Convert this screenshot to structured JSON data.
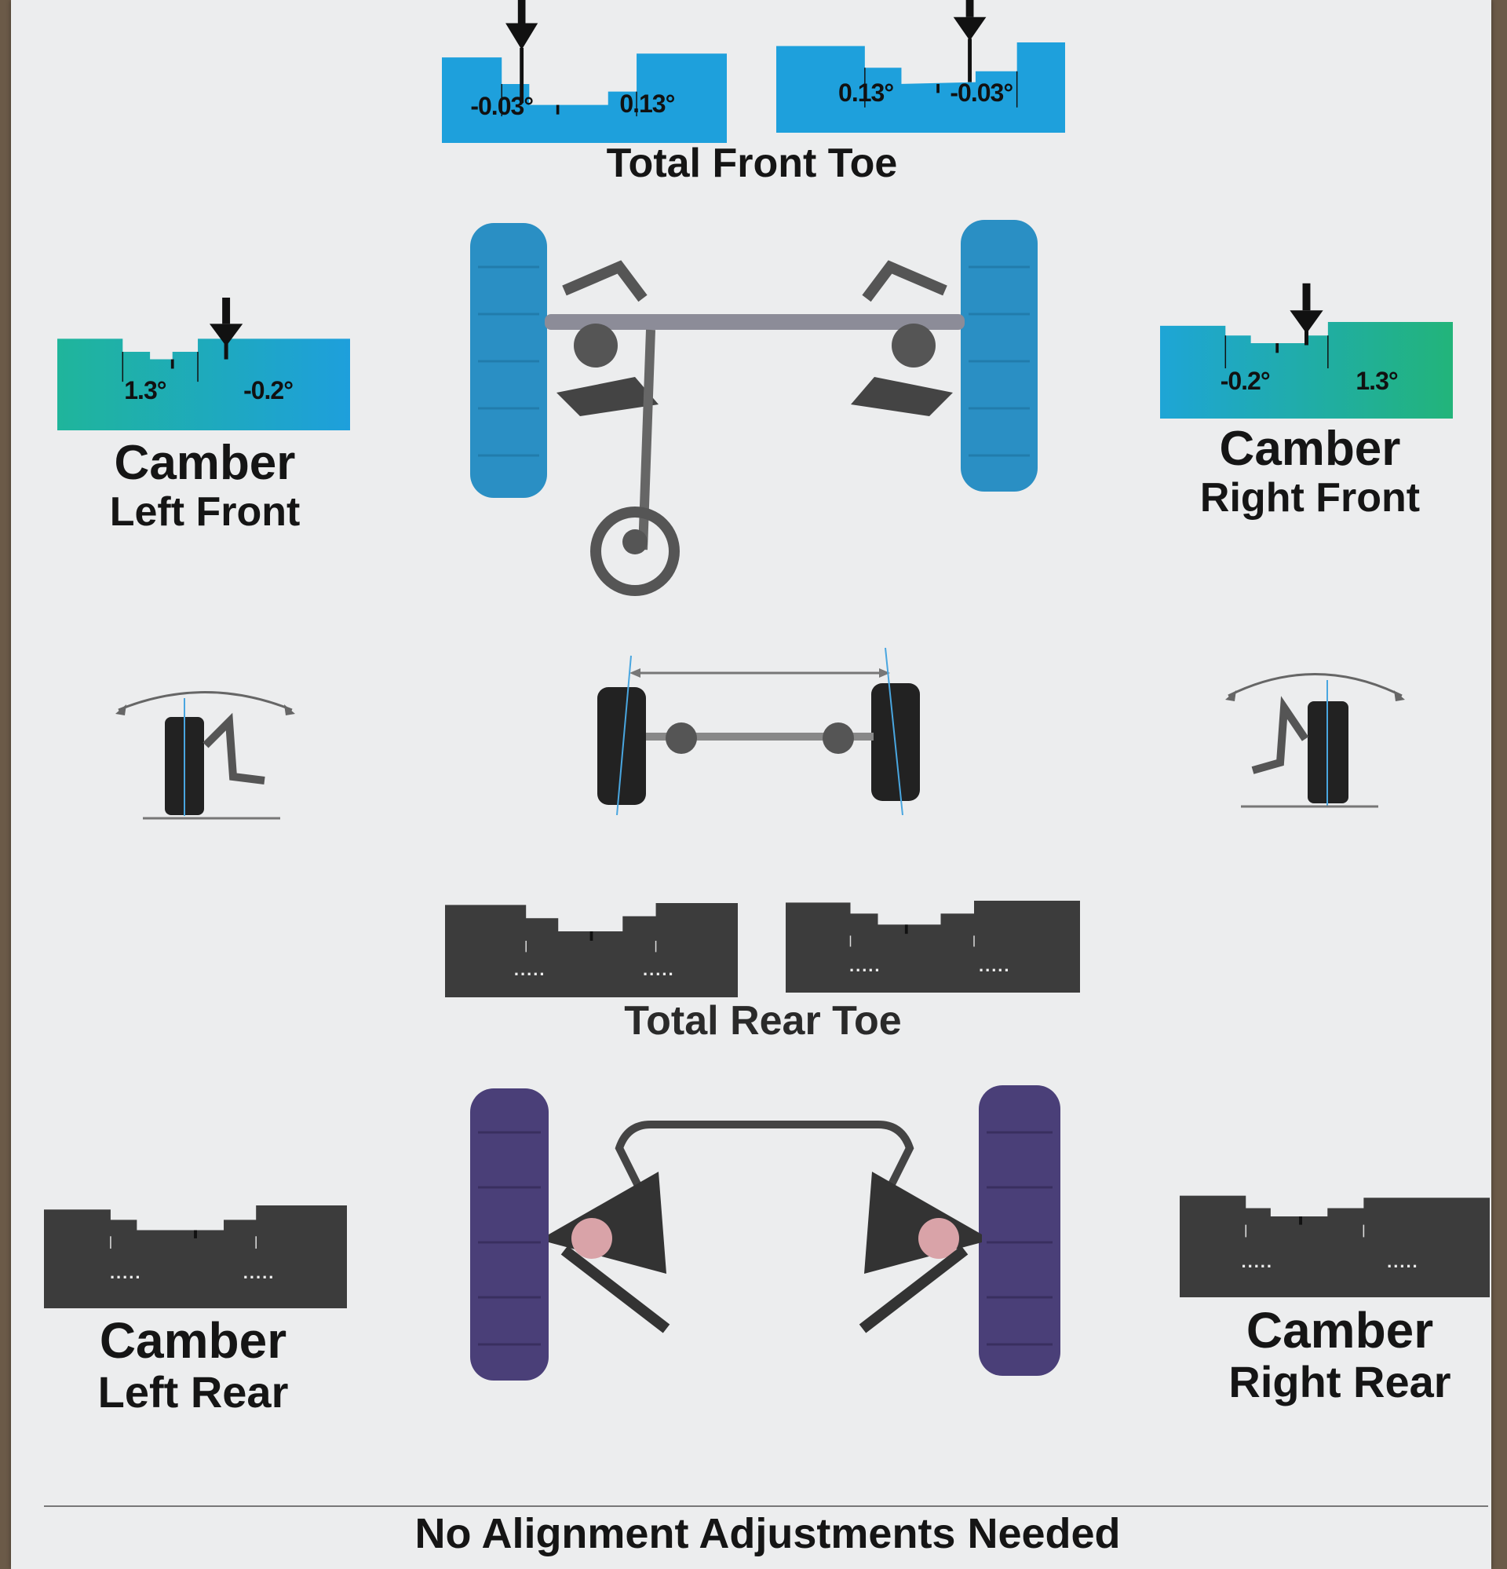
{
  "colors": {
    "front_gauge": "#1ea0dc",
    "front_gauge_green": "#1fb59b",
    "rear_gauge": "#3c3c3c",
    "front_tire": "#2a8fc4",
    "rear_tire": "#4a3f78"
  },
  "front_toe": {
    "title": "Total Front Toe",
    "left": {
      "low": "-0.03°",
      "high": "0.13°"
    },
    "right": {
      "low": "0.13°",
      "high": "-0.03°"
    }
  },
  "camber_left_front": {
    "title": "Camber",
    "subtitle": "Left Front",
    "low": "1.3°",
    "high": "-0.2°"
  },
  "camber_right_front": {
    "title": "Camber",
    "subtitle": "Right Front",
    "low": "-0.2°",
    "high": "1.3°"
  },
  "rear_toe": {
    "title": "Total Rear Toe",
    "left": {
      "low": ".....",
      "high": "....."
    },
    "right": {
      "low": ".....",
      "high": "....."
    }
  },
  "camber_left_rear": {
    "title": "Camber",
    "subtitle": "Left Rear",
    "low": ".....",
    "high": "....."
  },
  "camber_right_rear": {
    "title": "Camber",
    "subtitle": "Right Rear",
    "low": ".....",
    "high": "....."
  },
  "footer": {
    "message": "No Alignment Adjustments Needed"
  }
}
